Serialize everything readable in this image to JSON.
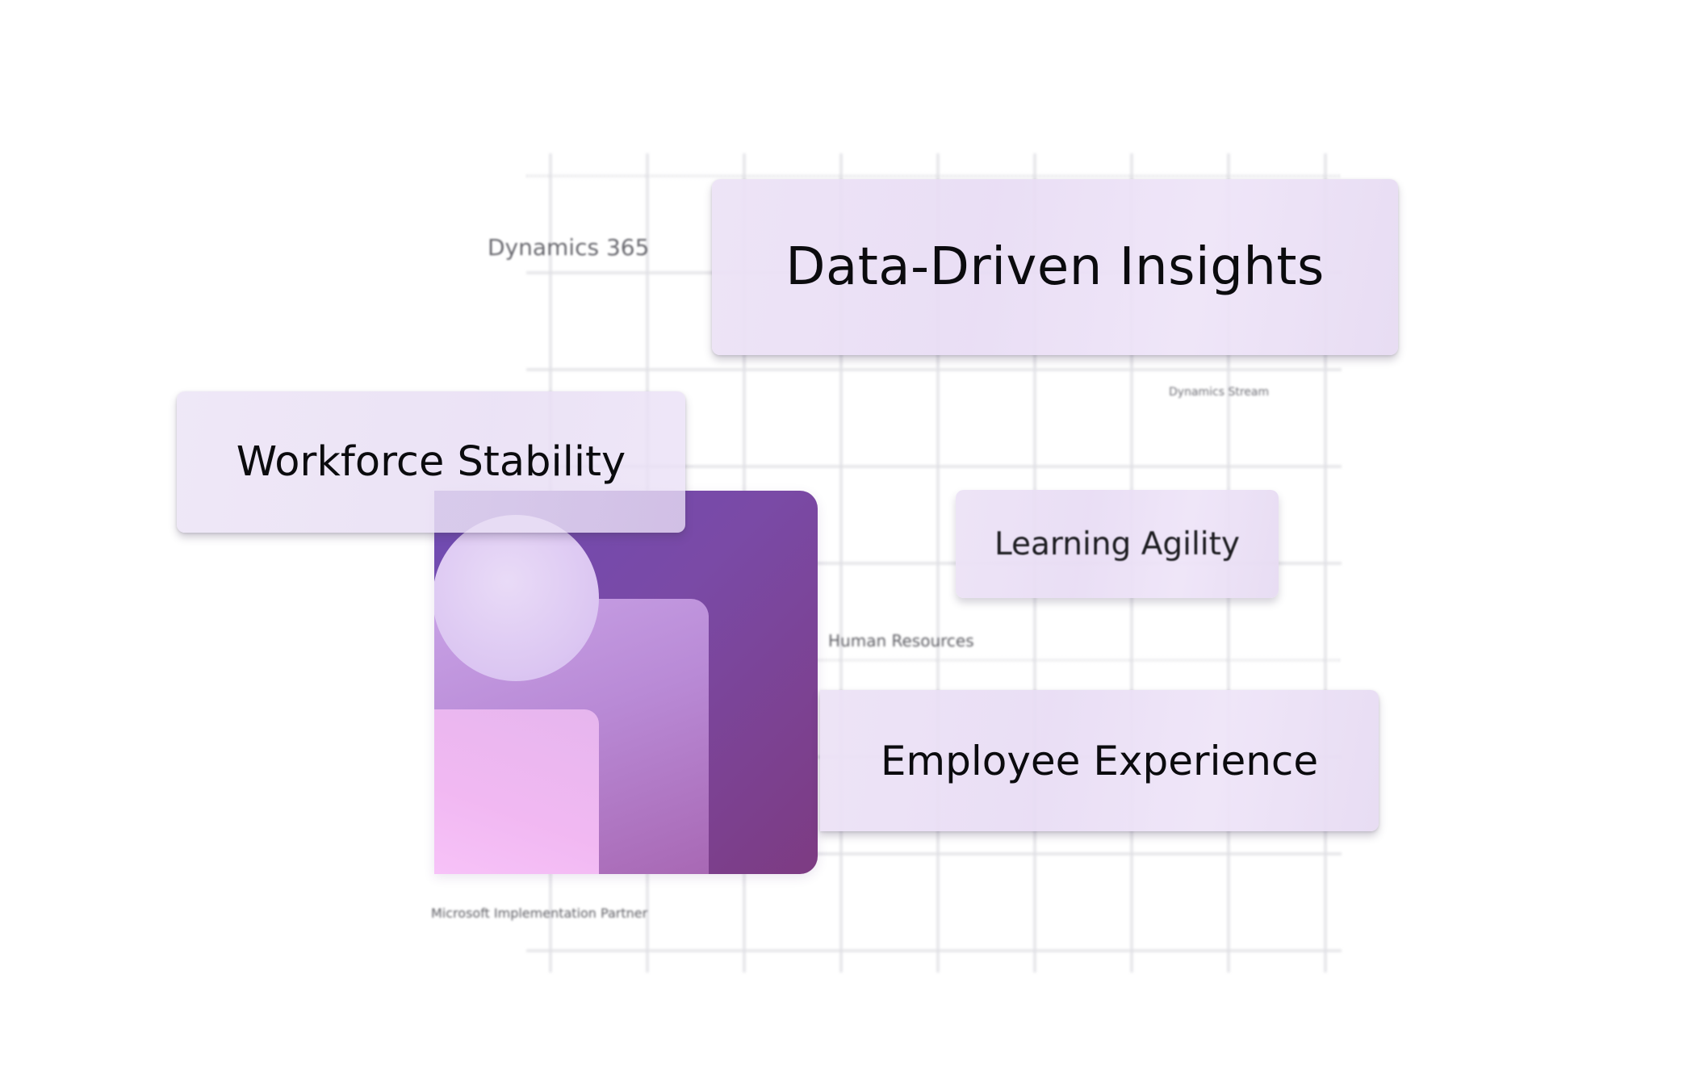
{
  "labels": {
    "dynamics_365": "Dynamics 365",
    "dynamics_stream": "Dynamics Stream",
    "human_resources": "Human Resources",
    "partner": "Microsoft Implementation Partner"
  },
  "cards": {
    "insights": "Data-Driven Insights",
    "workforce": "Workforce Stability",
    "learning": "Learning Agility",
    "employee": "Employee Experience"
  },
  "logo": {
    "icon": "dynamics-365-human-resources-icon",
    "colors": {
      "frame": "#7a4aa6",
      "mid": "#b98ad6",
      "bottom": "#f1b8f2",
      "head": "#dcc7f2"
    }
  },
  "colors": {
    "card_background": "#ece2f6",
    "grid_lines": "#e2e2e6",
    "text": "#0b0b0e"
  }
}
